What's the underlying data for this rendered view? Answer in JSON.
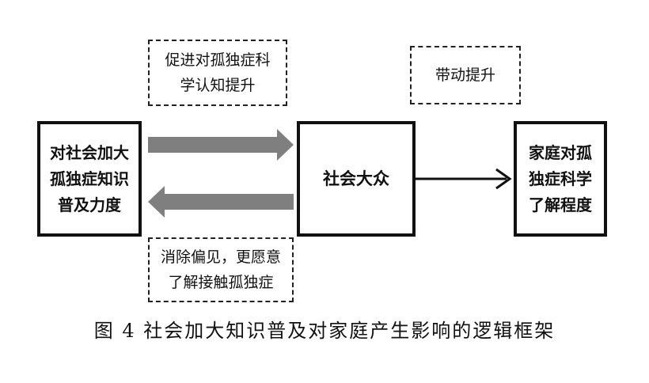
{
  "nodes": {
    "left": [
      "对社会加大",
      "孤独症知识",
      "普及力度"
    ],
    "center": [
      "社会大众"
    ],
    "right": [
      "家庭对孤",
      "独症科学",
      "了解程度"
    ]
  },
  "notes": {
    "top_left": [
      "促进对孤独症科",
      "学认知提升"
    ],
    "top_right": [
      "带动提升"
    ],
    "bottom": [
      "消除偏见，更愿意",
      "了解接触孤独症"
    ]
  },
  "caption": "图 4  社会加大知识普及对家庭产生影响的逻辑框架",
  "colors": {
    "box_border": "#111111",
    "gray_arrow": "#7f7f7f",
    "black_arrow": "#111111"
  }
}
